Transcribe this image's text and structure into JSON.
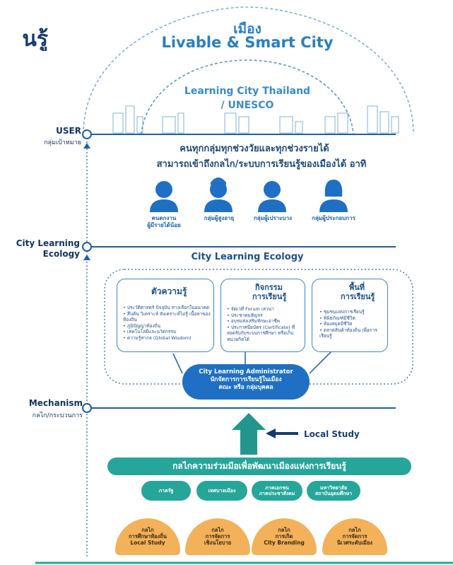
{
  "title_partial": "นรู้",
  "city": {
    "thai": "เมือง",
    "english": "Livable & Smart City"
  },
  "learning_city": {
    "title": "Learning City Thailand",
    "subtitle": "/ UNESCO"
  },
  "levels": {
    "user": {
      "label": "USER",
      "sub": "กลุ่มเป้าหมาย"
    },
    "ecology": {
      "label1": "City Learning",
      "label2": "Ecology"
    },
    "mechanism": {
      "label": "Mechanism",
      "sub": "กลไก/กระบวนการ"
    }
  },
  "user_text": {
    "line1": "คนทุกกลุ่มทุกช่วงวัยและทุกช่วงรายได้",
    "line2": "สามารถเข้าถึงกลไก/ระบบการเรียนรู้ของเมืองได้ อาทิ"
  },
  "personas": [
    {
      "line1": "คนตกงาน",
      "line2": "ผู้มีรายได้น้อย",
      "icon": "person-man-icon"
    },
    {
      "line1": "กลุ่มผู้สูงอายุ",
      "line2": "",
      "icon": "person-elder-icon"
    },
    {
      "line1": "กลุ่มผู้เปราะบาง",
      "line2": "",
      "icon": "person-vulnerable-icon"
    },
    {
      "line1": "กลุ่มผู้ประกอบการ",
      "line2": "",
      "icon": "person-woman-icon"
    }
  ],
  "ecology_heading": "City Learning Ecology",
  "cards": {
    "knowledge": {
      "title": "ตัวความรู้",
      "items": [
        "ประวัติศาสตร์ ปัจจุบัน ทางเลือกในอนาคต",
        "สืบค้น วิเคราะห์ สังเคราะห์ไม่รู้ เนื้อหาของท้องถิ่น",
        "ภูมิปัญญาท้องถิ่น",
        "เทคโนโลยีและนวัตกรรม",
        "ความรู้สากล (Global Wisdom)"
      ]
    },
    "activity": {
      "title1": "กิจกรรม",
      "title2": "การเรียนรู้",
      "items": [
        "จัดเวที Forum เสวนา",
        "ประชาคมสัญจร",
        "อบรมส่งเสริมทักษะอาชีพ",
        "ประกาศนียบัตร (Certificate) ที่สอดรับกับระบบการศึกษา หรือเก็บหน่วยกิตได้"
      ]
    },
    "space": {
      "title1": "พื้นที่",
      "title2": "การเรียนรู้",
      "items": [
        "ชุมชนแห่งการเรียนรู้",
        "พิพิธภัณฑ์มีชีวิต",
        "ห้องสมุดมีชีวิต",
        "ตลาดสินค้าท้องถิ่น เพื่อการเรียนรู้"
      ]
    }
  },
  "admin": {
    "line1": "City Learning Administrator",
    "line2": "นักจัดการการเรียนรู้ในเมือง",
    "line3": "คณะ หรือ กลุ่มบุคคล"
  },
  "local_study": "Local Study",
  "mechanism_banner": "กลไกความร่วมมือเพื่อพัฒนาเมืองแห่งการเรียนรู้",
  "partners": [
    {
      "line1": "ภาครัฐ",
      "line2": ""
    },
    {
      "line1": "เทศบาลเมือง",
      "line2": ""
    },
    {
      "line1": "ภาคเอกชน",
      "line2": "ภาคประชาสังคม"
    },
    {
      "line1": "มหาวิทยาลัย",
      "line2": "สถาบันอุดมศึกษา"
    }
  ],
  "mechanisms": [
    {
      "line1": "กลไก",
      "line2": "การศึกษาท้องถิ่น",
      "line3": "Local Study"
    },
    {
      "line1": "กลไก",
      "line2": "การจัดการ",
      "line3": "เชิงนโยบาย"
    },
    {
      "line1": "กลไก",
      "line2": "การเกิด",
      "line3": "City Branding"
    },
    {
      "line1": "กลไก",
      "line2": "การจัดการ",
      "line3": "นิเวศระดับเมือง"
    }
  ],
  "colors": {
    "navy": "#12335e",
    "blue": "#2a7fc0",
    "teal": "#26a69a",
    "orange": "#f3b15a",
    "line": "#1e5fa3"
  }
}
